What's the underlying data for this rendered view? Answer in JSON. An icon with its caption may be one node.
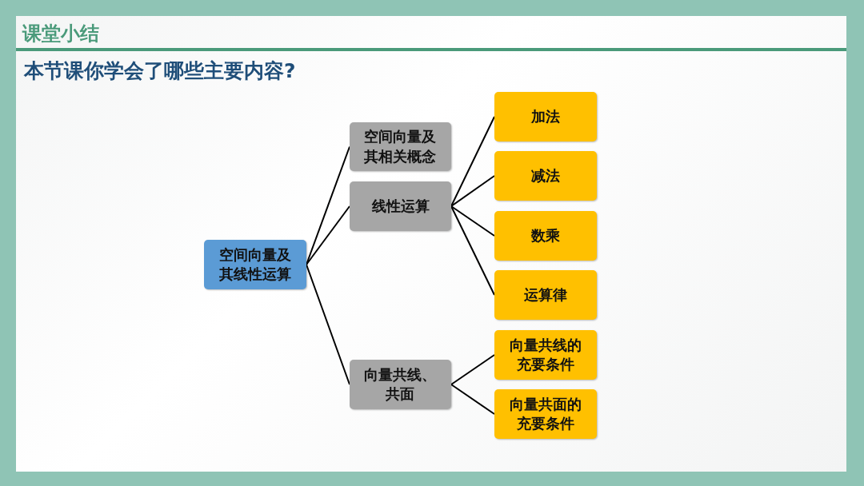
{
  "diagram": {
    "title": "本节课你学会了哪些主要内容?",
    "nodes": [
      {
        "text": [
          "空间向量及其线性运算"
        ]
      },
      {
        "text": [
          "空间向量及其相关概念"
        ]
      },
      {
        "text": [
          "线性运算"
        ]
      },
      {
        "text": [
          "向量共线、共面"
        ]
      },
      {
        "text": [
          "加法"
        ]
      },
      {
        "text": [
          "减法"
        ]
      },
      {
        "text": [
          "数乘"
        ]
      },
      {
        "text": [
          "运算律"
        ]
      },
      {
        "text": [
          "向量共线的充要条件"
        ]
      },
      {
        "text": [
          "向量共面的充要条件"
        ]
      }
    ],
    "edges": [
      {
        "from": 0,
        "to": 1,
        "arrow": "none"
      },
      {
        "from": 0,
        "to": 2,
        "arrow": "none"
      },
      {
        "from": 0,
        "to": 3,
        "arrow": "none"
      },
      {
        "from": 2,
        "to": 4,
        "arrow": "none"
      },
      {
        "from": 2,
        "to": 5,
        "arrow": "none"
      },
      {
        "from": 2,
        "to": 6,
        "arrow": "none"
      },
      {
        "from": 2,
        "to": 7,
        "arrow": "none"
      },
      {
        "from": 3,
        "to": 8,
        "arrow": "none"
      },
      {
        "from": 3,
        "to": 9,
        "arrow": "none"
      }
    ],
    "labels": [
      "课堂小结"
    ]
  }
}
